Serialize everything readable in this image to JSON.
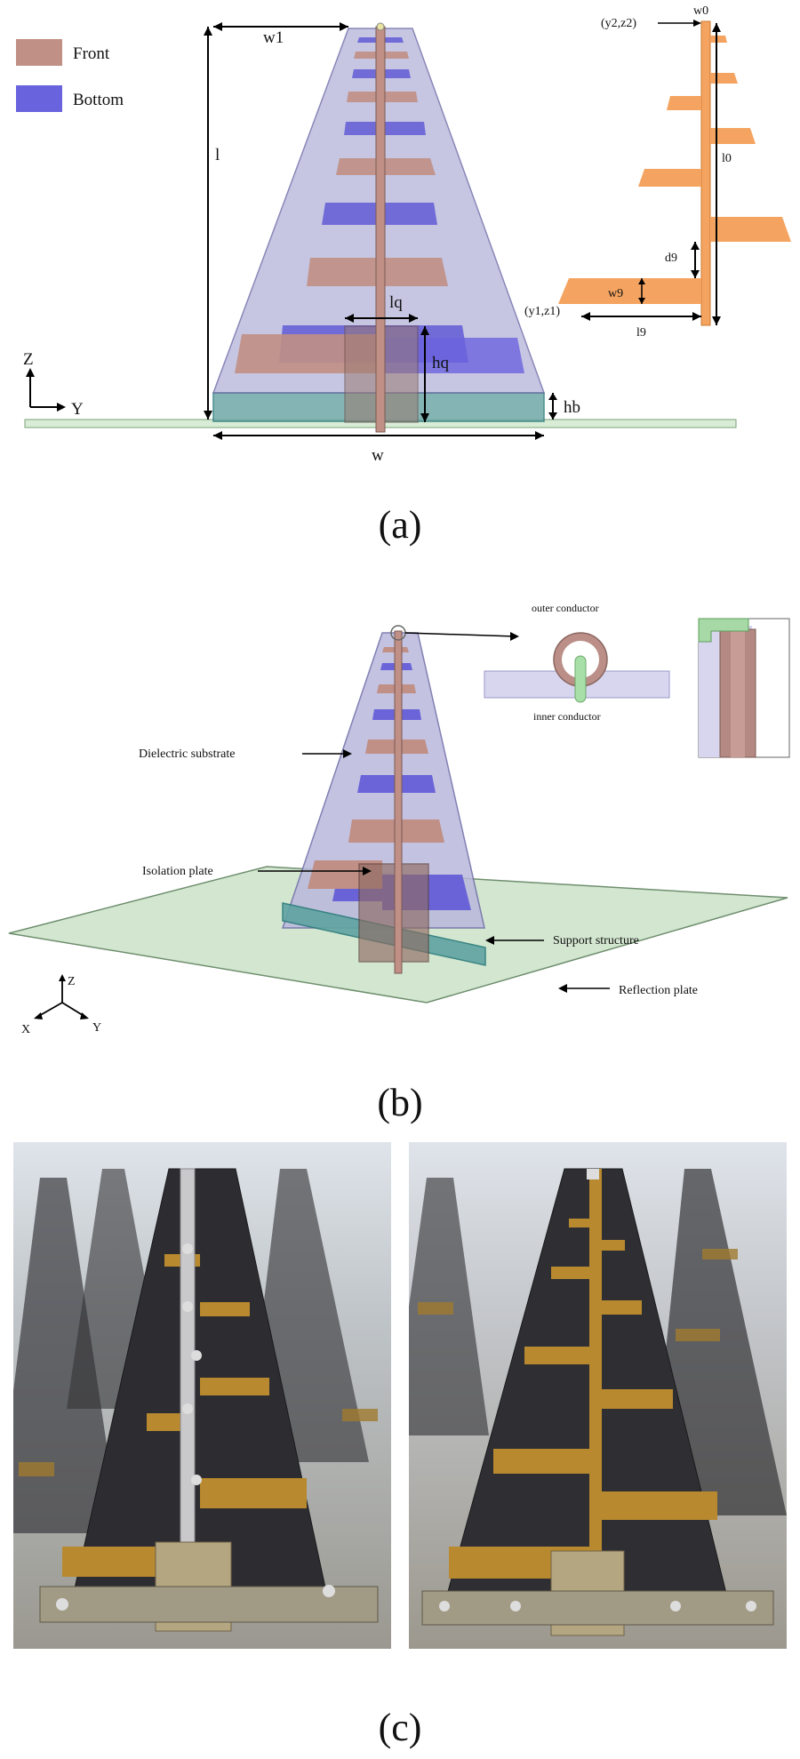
{
  "panel_a": {
    "legend": {
      "front": "Front",
      "bottom": "Bottom"
    },
    "colors": {
      "front": "#c08f85",
      "bottom": "#5b54d6",
      "substrate": "#b9b8dc",
      "support": "#6fa9a8",
      "ground": "#d9ecd6",
      "feed": "#f4a460"
    },
    "labels": {
      "w1": "w1",
      "l": "l",
      "lq": "lq",
      "hq": "hq",
      "hb": "hb",
      "w": "w",
      "w0": "w0",
      "y2z2": "(y2,z2)",
      "l0": "l0",
      "d9": "d9",
      "w9": "w9",
      "y1z1": "(y1,z1)",
      "l9": "l9"
    },
    "axes": {
      "z": "Z",
      "y": "Y"
    }
  },
  "panel_b": {
    "labels": {
      "outer_conductor": "outer conductor",
      "inner_conductor": "inner conductor",
      "dielectric_substrate": "Dielectric substrate",
      "isolation_plate": "Isolation plate",
      "support_structure": "Support structure",
      "reflection_plate": "Reflection plate"
    },
    "axes": {
      "z": "Z",
      "x": "X",
      "y": "Y"
    }
  },
  "captions": {
    "a": "(a)",
    "b": "(b)",
    "c": "(c)"
  }
}
